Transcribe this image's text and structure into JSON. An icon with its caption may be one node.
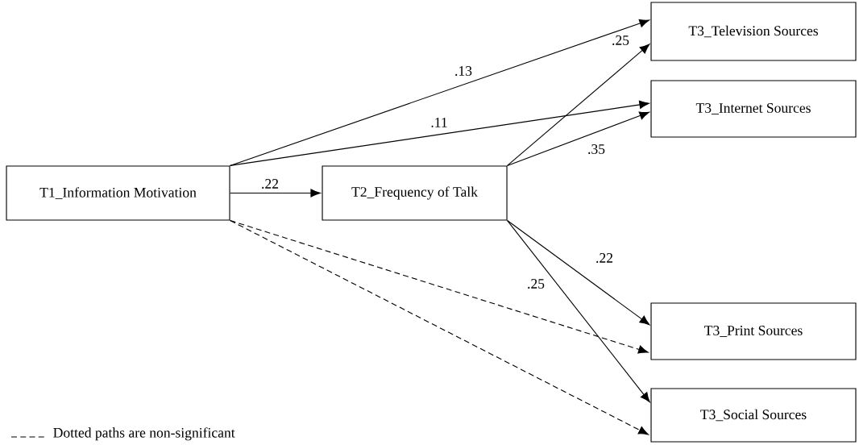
{
  "diagram": {
    "nodes": [
      {
        "text": [
          "T1_Information Motivation"
        ]
      },
      {
        "text": [
          "T2_Frequency of Talk"
        ]
      },
      {
        "text": [
          "T3_Television Sources"
        ]
      },
      {
        "text": [
          "T3_Internet Sources"
        ]
      },
      {
        "text": [
          "T3_Print Sources"
        ]
      },
      {
        "text": [
          "T3_Social Sources"
        ]
      }
    ],
    "edges": [
      {
        "from": 0,
        "to": 2,
        "arrow": "to",
        "label": ".13"
      },
      {
        "from": 0,
        "to": 3,
        "arrow": "to",
        "label": ".11"
      },
      {
        "from": 0,
        "to": 1,
        "arrow": "to",
        "label": ".22"
      },
      {
        "from": 1,
        "to": 2,
        "arrow": "to",
        "label": ".25"
      },
      {
        "from": 1,
        "to": 3,
        "arrow": "to",
        "label": ".35"
      },
      {
        "from": 1,
        "to": 4,
        "arrow": "to",
        "label": ".22"
      },
      {
        "from": 1,
        "to": 5,
        "arrow": "to",
        "label": ".25"
      },
      {
        "from": 0,
        "to": 4,
        "arrow": "to",
        "style": "dashed"
      },
      {
        "from": 0,
        "to": 5,
        "arrow": "to",
        "style": "dashed"
      }
    ],
    "legend": [
      {
        "text": "Dotted paths are non-significant"
      }
    ]
  }
}
